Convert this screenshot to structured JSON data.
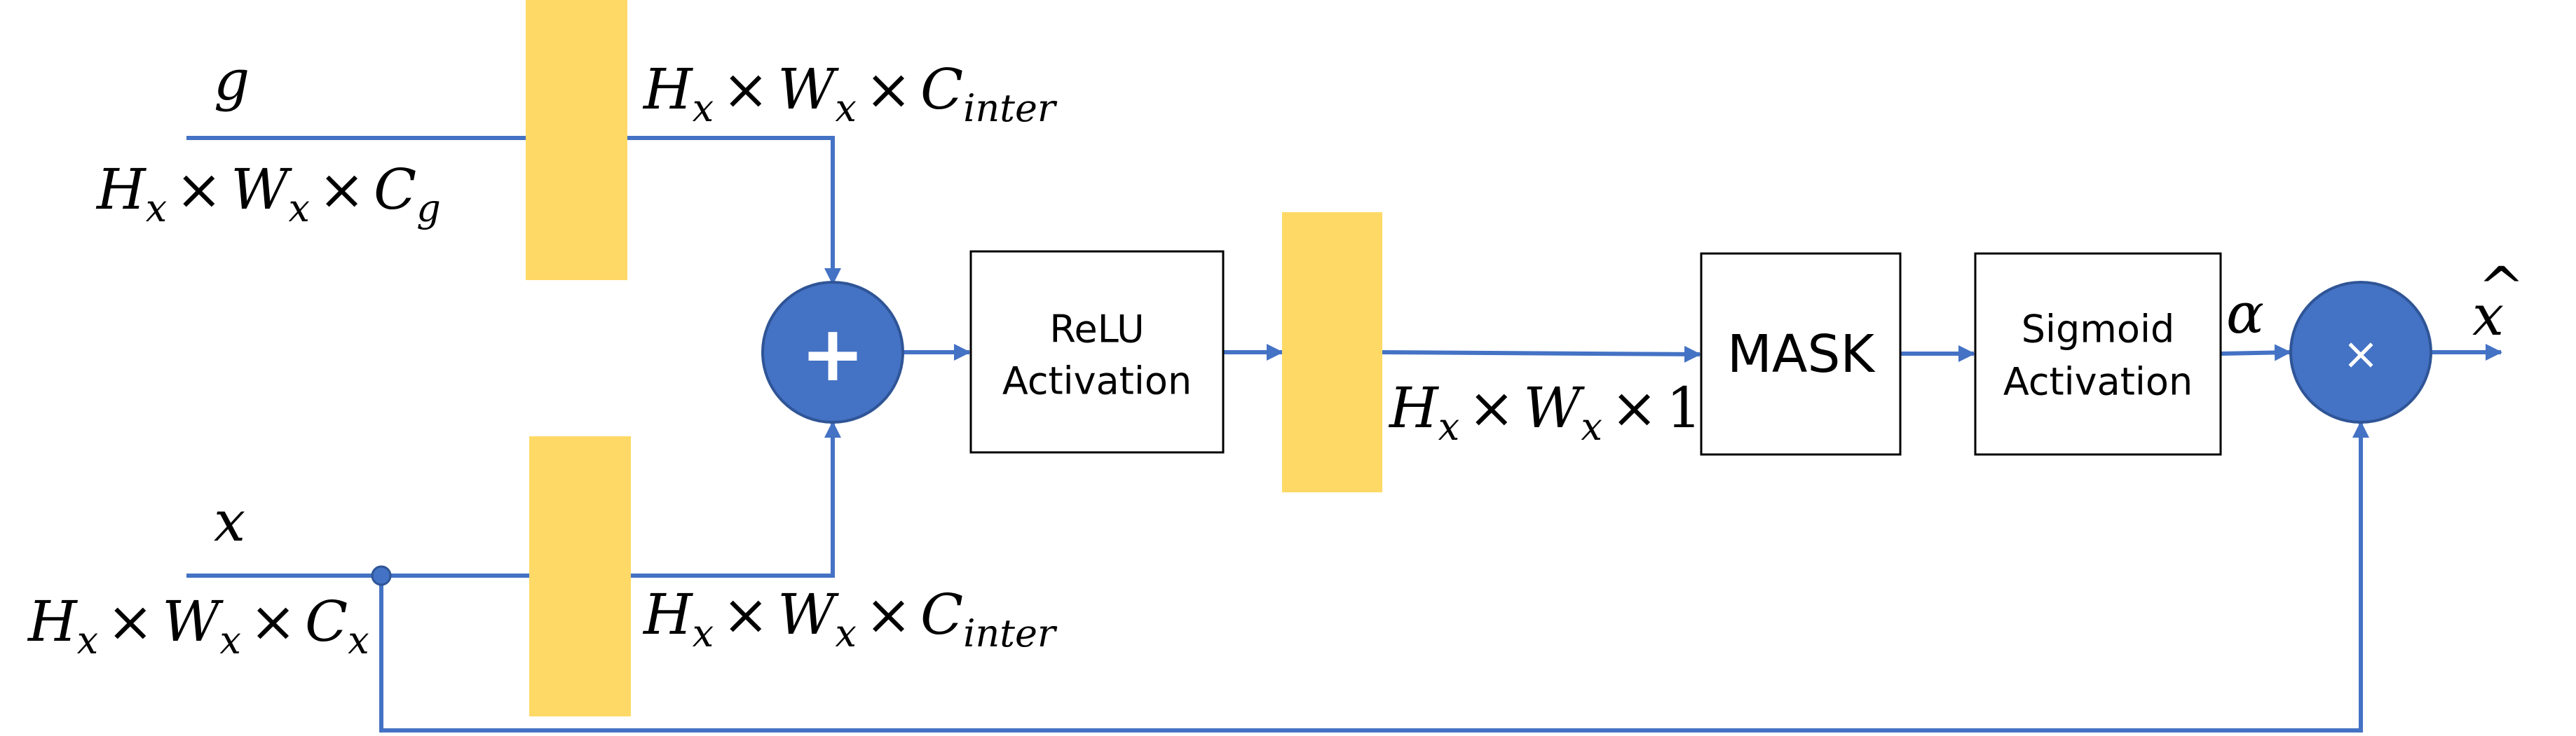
{
  "colors": {
    "line": "#4472C4",
    "node_fill": "#4472C4",
    "conv_block": "#FFD966",
    "box_stroke": "#000000",
    "text": "#000000"
  },
  "inputs": {
    "g": {
      "symbol": "g",
      "dim": {
        "H": "H",
        "H_sub": "x",
        "W": "W",
        "W_sub": "x",
        "C": "C",
        "C_sub": "g"
      }
    },
    "x": {
      "symbol": "x",
      "dim": {
        "H": "H",
        "H_sub": "x",
        "W": "W",
        "W_sub": "x",
        "C": "C",
        "C_sub": "x"
      }
    }
  },
  "conv_outputs": {
    "g_branch": {
      "H": "H",
      "H_sub": "x",
      "W": "W",
      "W_sub": "x",
      "C": "C",
      "C_sub": "inter"
    },
    "x_branch": {
      "H": "H",
      "H_sub": "x",
      "W": "W",
      "W_sub": "x",
      "C": "C",
      "C_sub": "inter"
    }
  },
  "psi_output": {
    "H": "H",
    "H_sub": "x",
    "W": "W",
    "W_sub": "x",
    "last": "1"
  },
  "times_symbol": "×",
  "operators": {
    "add": "+",
    "multiply": "×"
  },
  "boxes": {
    "relu": {
      "line1": "ReLU",
      "line2": "Activation"
    },
    "mask": {
      "label": "MASK"
    },
    "sigmoid": {
      "line1": "Sigmoid",
      "line2": "Activation"
    }
  },
  "alpha_label": "α",
  "output_label": {
    "base": "x",
    "hat": "^"
  }
}
